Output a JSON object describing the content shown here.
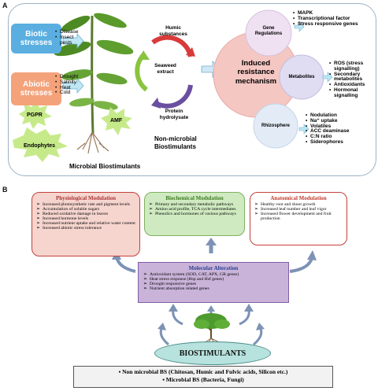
{
  "panel_a": {
    "label": "A",
    "biotic": {
      "title": "Biotic stresses",
      "items": [
        "Disease",
        "Insect pests"
      ]
    },
    "abiotic": {
      "title": "Abiotic stresses",
      "items": [
        "Drought",
        "Salinity",
        "Heat",
        "Cold"
      ]
    },
    "pgpr": "PGPR",
    "amf": "AMF",
    "endophytes": "Endophytes",
    "microbial_caption": "Microbial Biostimulants",
    "humic": "Humic substances",
    "seaweed": "Seaweed extract",
    "protein": "Protein hydrolysate",
    "non_microbial_caption": "Non-microbial Biostimulants",
    "center": "Induced resistance mechanism",
    "gene": {
      "title": "Gene Regulations",
      "items": [
        "MAPK",
        "Transcriptional factor",
        "Stress responsive genes"
      ]
    },
    "metabolites": {
      "title": "Metabolites",
      "items": [
        "ROS (stress signalling)",
        "Secondary metabolites",
        "Antioxidants",
        "Hormonal signalling"
      ]
    },
    "rhizosphere": {
      "title": "Rhizosphere",
      "items": [
        "Nodulation",
        "Na⁺ uptake",
        "Volatiles",
        "ACC deaminase",
        "C:N ratio",
        "Siderophores"
      ]
    }
  },
  "panel_b": {
    "label": "B",
    "physiological": {
      "title": "Physiological Modulation",
      "items": [
        "Increased photosynthetic rate and pigment levels",
        "Accumulation of soluble sugars",
        "Reduced oxidative damage in leaves",
        "Increased hormone levels",
        "Increased nutrient uptake and relative water content",
        "Increased abiotic stress tolerance"
      ]
    },
    "biochemical": {
      "title": "Biochemical Modulation",
      "items": [
        "Primary and secondary metabolic pathways",
        "Amino acid profile, TCA cycle intermediates",
        "Phenolics and hormones of various pathways"
      ]
    },
    "anatomical": {
      "title": "Anatomical Modulation",
      "items": [
        "Healthy root and shoot growth",
        "Increased leaf number and leaf vigor",
        "Increased flower development and fruit production"
      ]
    },
    "molecular": {
      "title": "Molecular Alteration",
      "items": [
        "Antioxidant system (SOD, CAT, APX, GR genes)",
        "Heat stress response (Hsp and Hsf genes)",
        "Drought responsive genes",
        "Nutrient absorption related genes"
      ]
    },
    "biostimulants": "BIOSTIMULANTS",
    "bs_types": [
      "Non microbial BS (Chitosan, Humic and Fulvic acids, Silicon etc.)",
      "Microbial BS (Bacteria, Fungi)"
    ]
  },
  "colors": {
    "biotic": "#5aaee0",
    "abiotic": "#f4a27a",
    "burst": "#c6ea8a",
    "center": "#f4c7c3",
    "purple_box": "#c9b3d9",
    "green_box": "#cfeac0",
    "red_box": "#f6d5cf",
    "oval": "#b7e2de"
  }
}
